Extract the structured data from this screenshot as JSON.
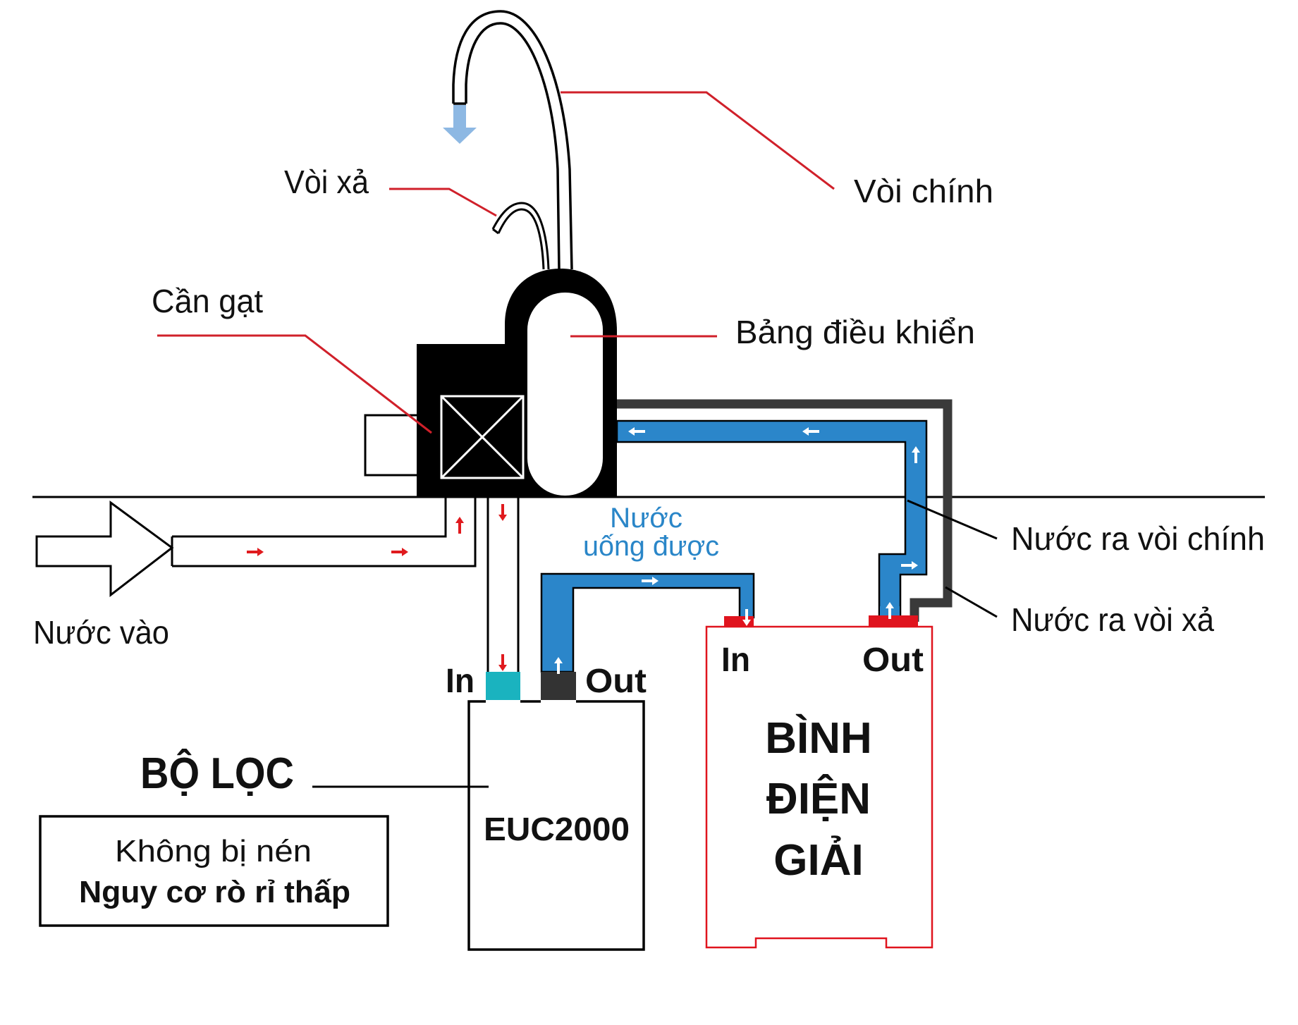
{
  "diagram": {
    "language": "vi",
    "labels": {
      "main_faucet": "Vòi chính",
      "discharge_faucet": "Vòi xả",
      "lever": "Cần gạt",
      "control_panel": "Bảng điều khiển",
      "water_in": "Nước vào",
      "drinkable_water_line1": "Nước",
      "drinkable_water_line2": "uống được",
      "water_out_main_faucet": "Nước ra vòi chính",
      "water_out_discharge_faucet": "Nước ra vòi xả"
    },
    "filter": {
      "title": "BỘ LỌC",
      "model": "EUC2000",
      "port_in": "In",
      "port_out": "Out",
      "note_line1": "Không bị nén",
      "note_line2": "Nguy cơ rò rỉ thấp"
    },
    "electrolyzer": {
      "title_line1": "BÌNH",
      "title_line2": "ĐIỆN",
      "title_line3": "GIẢI",
      "port_in": "In",
      "port_out": "Out"
    },
    "flow_arrows": {
      "raw_water": [
        "right",
        "right",
        "up",
        "down",
        "down"
      ],
      "drinkable_water": [
        "up",
        "right",
        "down",
        "up",
        "right",
        "up",
        "left",
        "left"
      ]
    },
    "colors": {
      "leader_red": "#d0202a",
      "pipe_blue": "#2b86ca",
      "pipe_dark": "#3a3a3a",
      "port_cyan": "#1ab3bf",
      "port_red": "#e0141e",
      "electrolyzer_outline": "#e0141e",
      "output_water": "#8db8e3",
      "text_blue": "#2a86c8"
    }
  }
}
